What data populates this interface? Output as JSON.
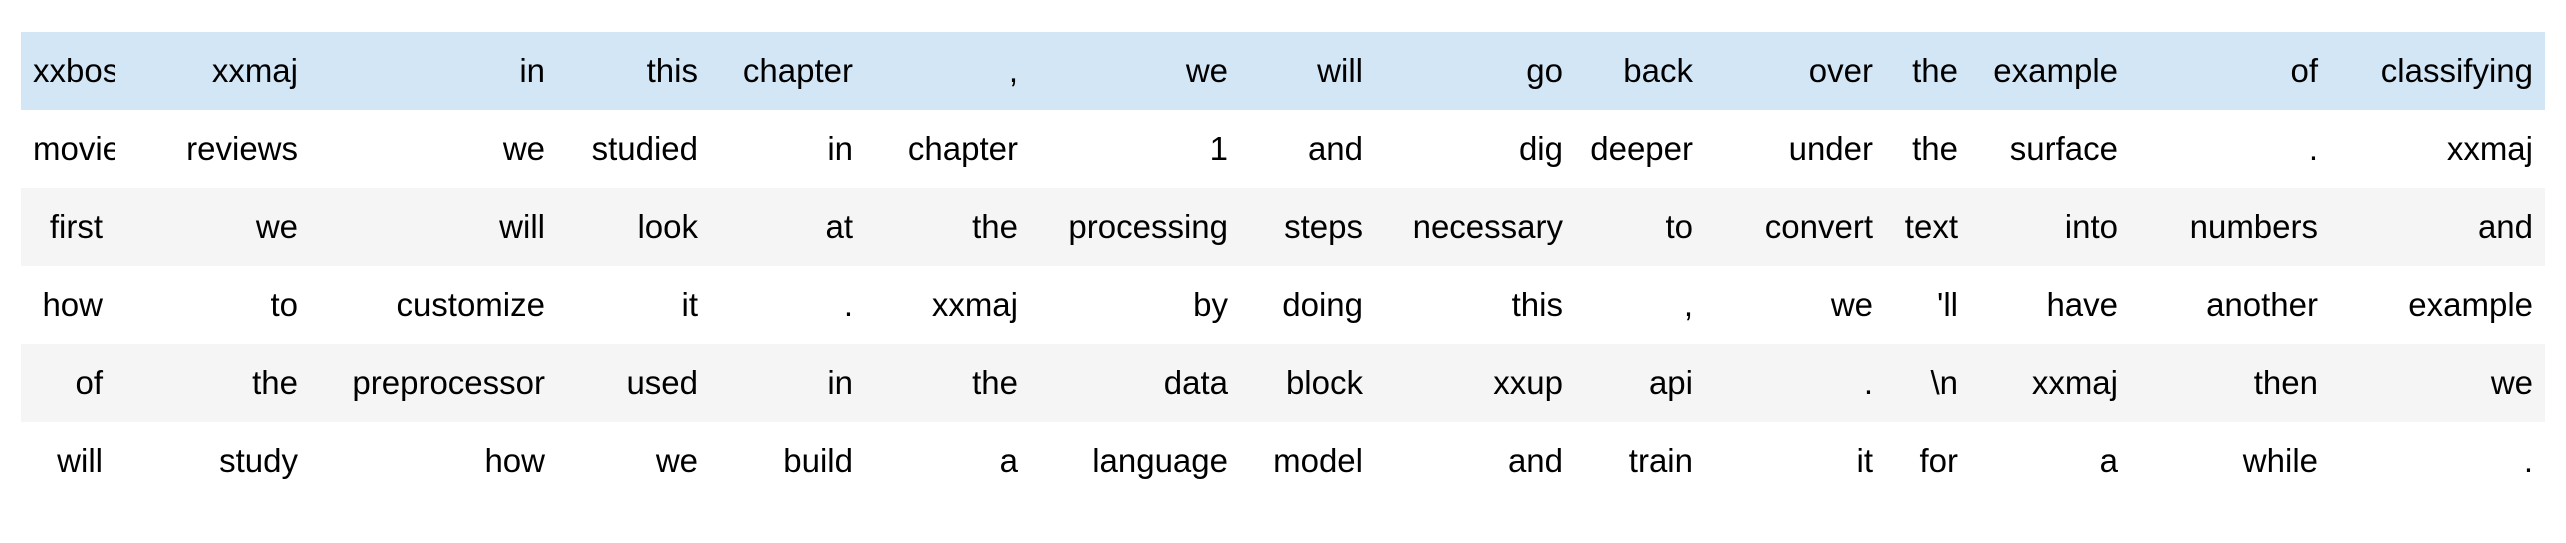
{
  "table": {
    "description_rows": 6,
    "description_cols": 15,
    "highlighted_row_index": 0,
    "striped_row_indexes": [
      0,
      2,
      4
    ],
    "colors": {
      "highlight_row_bg": "#d3e6f5",
      "stripe_row_bg": "#f5f5f5",
      "base_row_bg": "#ffffff",
      "text": "#000000"
    },
    "rows": [
      [
        "xxbos",
        "xxmaj",
        "in",
        "this",
        "chapter",
        ",",
        "we",
        "will",
        "go",
        "back",
        "over",
        "the",
        "example",
        "of",
        "classifying"
      ],
      [
        "movie",
        "reviews",
        "we",
        "studied",
        "in",
        "chapter",
        "1",
        "and",
        "dig",
        "deeper",
        "under",
        "the",
        "surface",
        ".",
        "xxmaj"
      ],
      [
        "first",
        "we",
        "will",
        "look",
        "at",
        "the",
        "processing",
        "steps",
        "necessary",
        "to",
        "convert",
        "text",
        "into",
        "numbers",
        "and"
      ],
      [
        "how",
        "to",
        "customize",
        "it",
        ".",
        "xxmaj",
        "by",
        "doing",
        "this",
        ",",
        "we",
        "'ll",
        "have",
        "another",
        "example"
      ],
      [
        "of",
        "the",
        "preprocessor",
        "used",
        "in",
        "the",
        "data",
        "block",
        "xxup",
        "api",
        ".",
        "\\n",
        "xxmaj",
        "then",
        "we"
      ],
      [
        "will",
        "study",
        "how",
        "we",
        "build",
        "a",
        "language",
        "model",
        "and",
        "train",
        "it",
        "for",
        "a",
        "while",
        "."
      ]
    ]
  }
}
